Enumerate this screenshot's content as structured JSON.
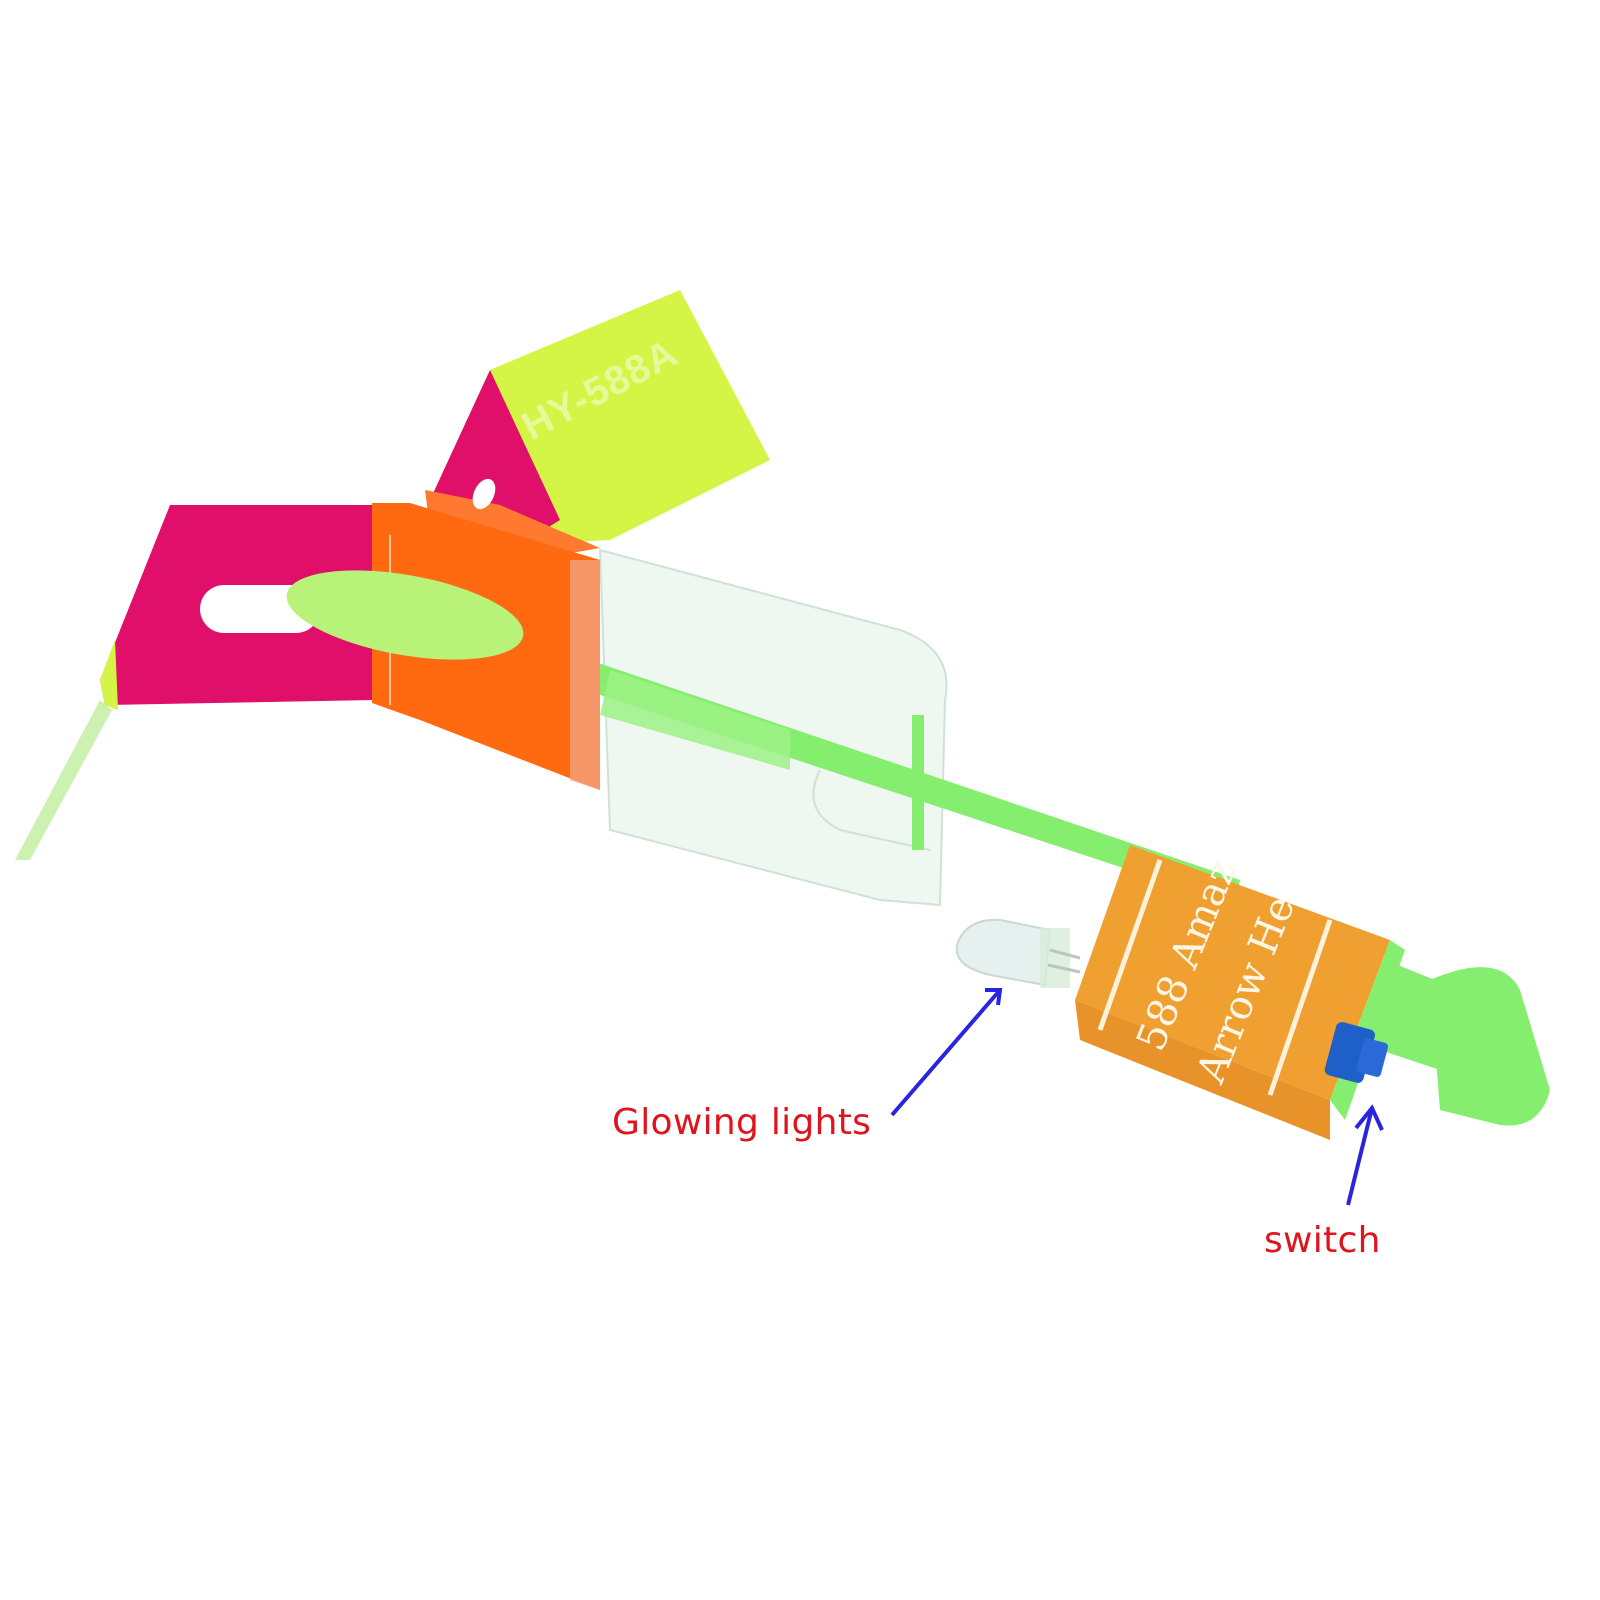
{
  "image": {
    "subject": "LED rubber-band rocket arrow toy",
    "background_color": "#ffffff"
  },
  "product": {
    "fin_print": "HY-588A",
    "battery_box_text_line1": "588 Amaz",
    "battery_box_text_line2": "Arrow He",
    "colors": {
      "magenta_fin": "#e0106a",
      "orange_band": "#ff6a10",
      "yellow_fin": "#d4f545",
      "green_shaft": "#86ee6e",
      "battery_box": "#f0a030",
      "switch_blue": "#1e5fc8",
      "clear_plastic": "#e8f4ec"
    }
  },
  "callouts": [
    {
      "label": "Glowing lights",
      "color": "#e0141c",
      "arrow_color": "#2a24e0",
      "points_to": "LED bulb"
    },
    {
      "label": "switch",
      "color": "#e0141c",
      "arrow_color": "#2a24e0",
      "points_to": "blue switch"
    }
  ]
}
